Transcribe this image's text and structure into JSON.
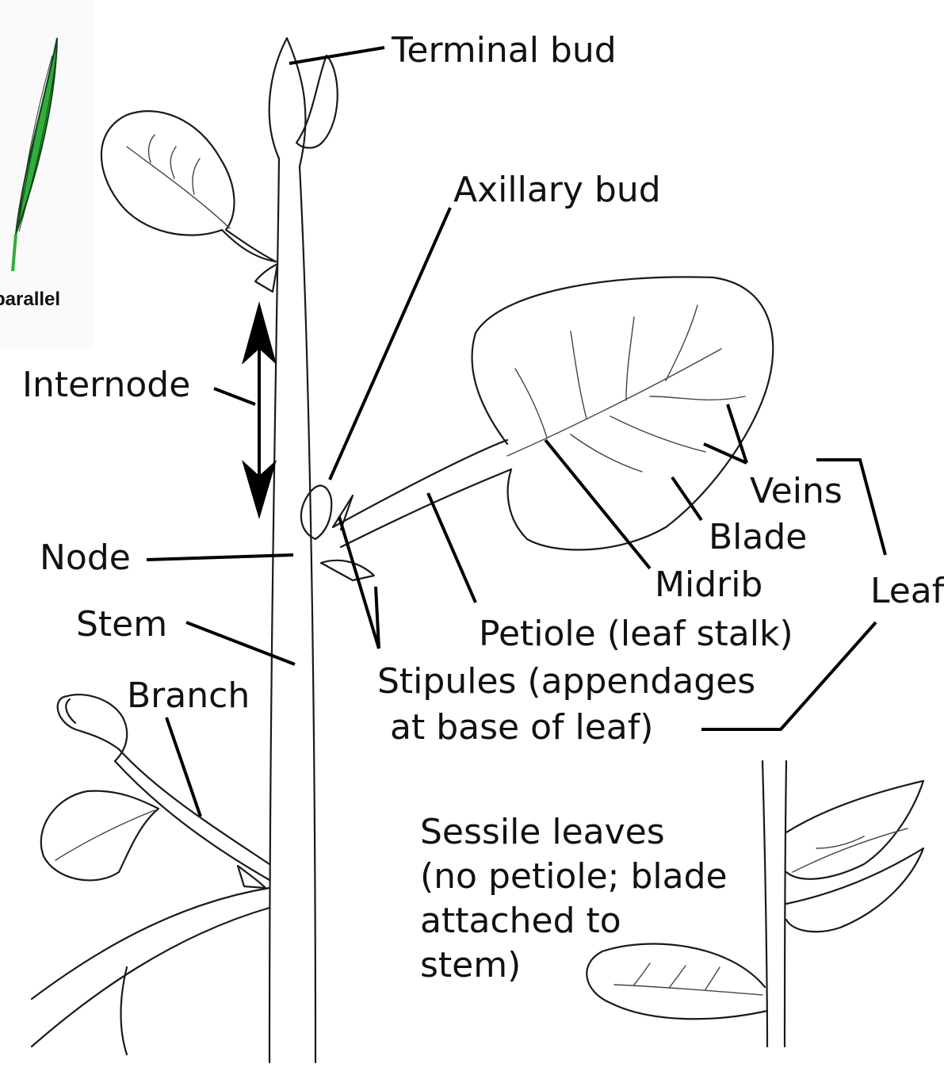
{
  "inset": {
    "label": "parallel",
    "leaf_color": "#2fae3a"
  },
  "labels": {
    "terminal_bud": "Terminal bud",
    "axillary_bud": "Axillary bud",
    "internode": "Internode",
    "node": "Node",
    "stem": "Stem",
    "branch": "Branch",
    "veins": "Veins",
    "blade": "Blade",
    "midrib": "Midrib",
    "leaf": "Leaf",
    "petiole": "Petiole (leaf stalk)",
    "stipules_line1": "Stipules (appendages",
    "stipules_line2": "at base of leaf)",
    "sessile_line1": "Sessile leaves",
    "sessile_line2": "(no petiole; blade",
    "sessile_line3": "attached to",
    "sessile_line4": "stem)"
  }
}
